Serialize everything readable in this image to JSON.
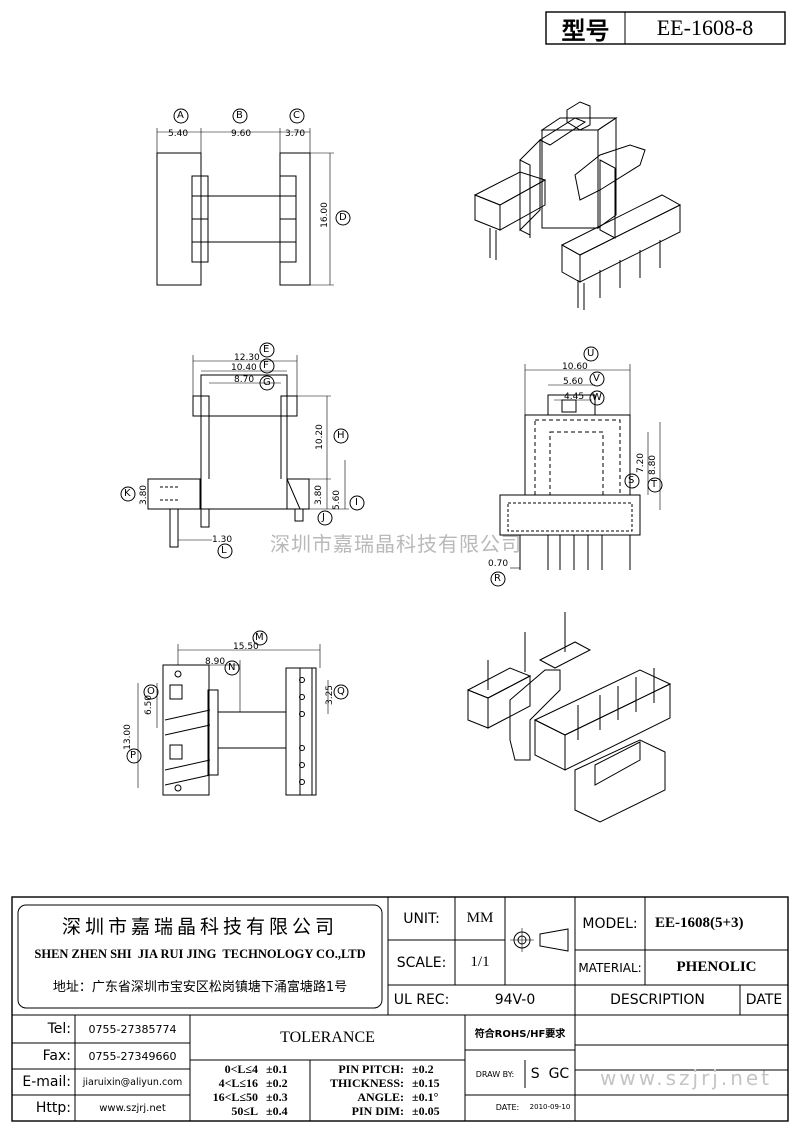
{
  "header": {
    "label": "型号",
    "model_code": "EE-1608-8"
  },
  "views": {
    "top": {
      "dims": {
        "a": "5.40",
        "b": "9.60",
        "c": "3.70",
        "d": "16.00"
      },
      "markers": {
        "a": "A",
        "b": "B",
        "c": "C",
        "d": "D"
      }
    },
    "front": {
      "dims": {
        "e": "12.30",
        "f": "10.40",
        "g": "8.70",
        "h": "10.20",
        "k": "3.80",
        "j": "3.80",
        "i": "5.60",
        "l": "1.30"
      },
      "markers": {
        "e": "E",
        "f": "F",
        "g": "G",
        "h": "H",
        "k": "K",
        "j": "J",
        "i": "I",
        "l": "L"
      }
    },
    "side": {
      "dims": {
        "u": "10.60",
        "v": "5.60",
        "w": "4.45",
        "s": "7.20",
        "t": "8.80",
        "r": "0.70"
      },
      "markers": {
        "u": "U",
        "v": "V",
        "w": "W",
        "s": "S",
        "t": "T",
        "r": "R"
      }
    },
    "bottom": {
      "dims": {
        "m": "15.50",
        "n": "8.90",
        "o": "6.50",
        "p": "13.00",
        "q": "3.25"
      },
      "markers": {
        "m": "M",
        "n": "N",
        "o": "O",
        "p": "P",
        "q": "Q"
      }
    }
  },
  "watermark": "深圳市嘉瑞晶科技有限公司",
  "company": {
    "name_cn": "深圳市嘉瑞晶科技有限公司",
    "name_en": "SHEN ZHEN SHI  JIA RUI JING  TECHNOLOGY CO.,LTD",
    "address": "地址：广东省深圳市宝安区松岗镇塘下涌富塘路1号"
  },
  "title_block": {
    "unit_label": "UNIT:",
    "unit_value": "MM",
    "scale_label": "SCALE:",
    "scale_value": "1/1",
    "ul_label": "UL REC:",
    "ul_value": "94V-0",
    "model_label": "MODEL:",
    "model_value": "EE-1608(5+3)",
    "material_label": "MATERIAL:",
    "material_value": "PHENOLIC",
    "description_label": "DESCRIPTION",
    "date_label": "DATE",
    "tolerance_title": "TOLERANCE",
    "rohs": "符合ROHS/HF要求",
    "draw_by_label": "DRAW BY:",
    "draw_by_value": "S  GC",
    "date_row_label": "DATE:",
    "date_row_value": "2010-09-10"
  },
  "contacts": [
    {
      "label": "Tel:",
      "value": "0755-27385774"
    },
    {
      "label": "Fax:",
      "value": "0755-27349660"
    },
    {
      "label": "E-mail:",
      "value": "jiaruixin@aliyun.com"
    },
    {
      "label": "Http:",
      "value": "www.szjrj.net"
    }
  ],
  "tolerances": [
    {
      "range": "0<L≤4",
      "value": "±0.1"
    },
    {
      "range": "4<L≤16",
      "value": "±0.2"
    },
    {
      "range": "16<L≤50",
      "value": "±0.3"
    },
    {
      "range": "50≤L",
      "value": "±0.4"
    }
  ],
  "pin_tolerances": [
    {
      "label": "PIN PITCH:",
      "value": "±0.2"
    },
    {
      "label": "THICKNESS:",
      "value": "±0.15"
    },
    {
      "label": "ANGLE:",
      "value": "±0.1°"
    },
    {
      "label": "PIN DIM:",
      "value": "±0.05"
    }
  ],
  "site_watermark": "www.szjrj.net"
}
